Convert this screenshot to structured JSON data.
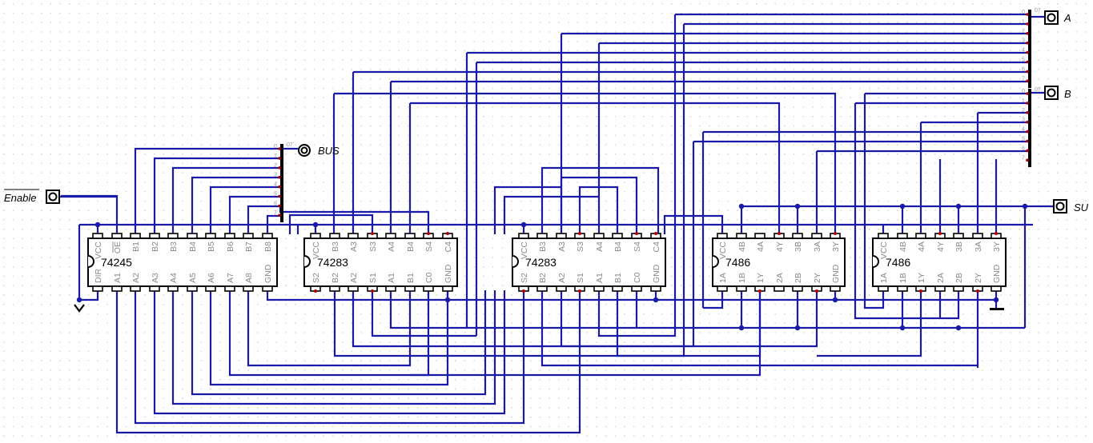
{
  "app": {
    "kind": "logic-circuit-editor",
    "canvas": "schematic"
  },
  "io": {
    "enable": {
      "label": "Enable",
      "overline": true,
      "type": "input-pin"
    },
    "bus": {
      "label": "BUS",
      "type": "bidirectional-pin",
      "bits": "0-7"
    },
    "a": {
      "label": "A",
      "type": "input-pin",
      "bits": "0-7"
    },
    "b": {
      "label": "B",
      "type": "input-pin",
      "bits": "0-7"
    },
    "su": {
      "label": "SU",
      "type": "input-pin"
    }
  },
  "splitters": {
    "bus": {
      "range": "0-7",
      "taps": [
        "0",
        "1",
        "2",
        "3",
        "4",
        "5",
        "6",
        "7"
      ]
    },
    "a": {
      "range": "0-7",
      "taps": [
        "0",
        "1",
        "2",
        "3",
        "4",
        "5",
        "6",
        "7"
      ]
    },
    "b": {
      "range": "0-7",
      "taps": [
        "0",
        "1",
        "2",
        "3",
        "4",
        "5",
        "6",
        "7"
      ]
    }
  },
  "chips": [
    {
      "name": "74245",
      "top": [
        "VCC",
        "OE",
        "B1",
        "B2",
        "B3",
        "B4",
        "B5",
        "B6",
        "B7",
        "B8"
      ],
      "bottom": [
        "DIR",
        "A1",
        "A2",
        "A3",
        "A4",
        "A5",
        "A6",
        "A7",
        "A8",
        "GND"
      ],
      "overline_pins": [
        "OE"
      ]
    },
    {
      "name": "74283",
      "top": [
        "VCC",
        "B3",
        "A3",
        "S3",
        "A4",
        "B4",
        "S4",
        "C4"
      ],
      "bottom": [
        "S2",
        "B2",
        "A2",
        "S1",
        "A1",
        "B1",
        "C0",
        "GND"
      ]
    },
    {
      "name": "74283",
      "top": [
        "VCC",
        "B3",
        "A3",
        "S3",
        "A4",
        "B4",
        "S4",
        "C4"
      ],
      "bottom": [
        "S2",
        "B2",
        "A2",
        "S1",
        "A1",
        "B1",
        "C0",
        "GND"
      ]
    },
    {
      "name": "7486",
      "top": [
        "VCC",
        "4B",
        "4A",
        "4Y",
        "3B",
        "3A",
        "3Y"
      ],
      "bottom": [
        "1A",
        "1B",
        "1Y",
        "2A",
        "2B",
        "2Y",
        "GND"
      ]
    },
    {
      "name": "7486",
      "top": [
        "VCC",
        "4B",
        "4A",
        "4Y",
        "3B",
        "3A",
        "3Y"
      ],
      "bottom": [
        "1A",
        "1B",
        "1Y",
        "2A",
        "2B",
        "2Y",
        "GND"
      ]
    }
  ],
  "symbols": {
    "ground": "ground-arrow",
    "power_bar": "ground-bar"
  },
  "colors": {
    "wire": "#1a1aa8",
    "pin_active": "#b00000",
    "chip_border": "#000000",
    "grid_dot": "#c8c8c8",
    "pin_label": "#8a8a8a"
  }
}
